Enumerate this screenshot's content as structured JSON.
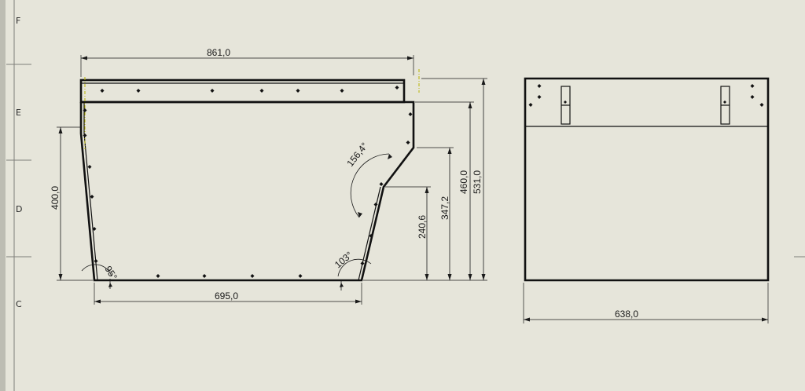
{
  "border": {
    "zone_letters": [
      "F",
      "E",
      "D",
      "C"
    ],
    "colors": {
      "background": "#e6e5da",
      "line": "#111111",
      "center_mark": "#b8b200"
    }
  },
  "front_view": {
    "dims": {
      "top_width": "861,0",
      "bottom_width": "695,0",
      "left_height": "400,0",
      "height_240": "240,6",
      "height_347": "347,2",
      "height_460": "460,0",
      "height_531": "531,0"
    },
    "angles": {
      "obtuse": "156,4°",
      "bottom_left": "95°",
      "bottom_right": "103°"
    }
  },
  "side_view": {
    "dims": {
      "width": "638,0"
    }
  }
}
